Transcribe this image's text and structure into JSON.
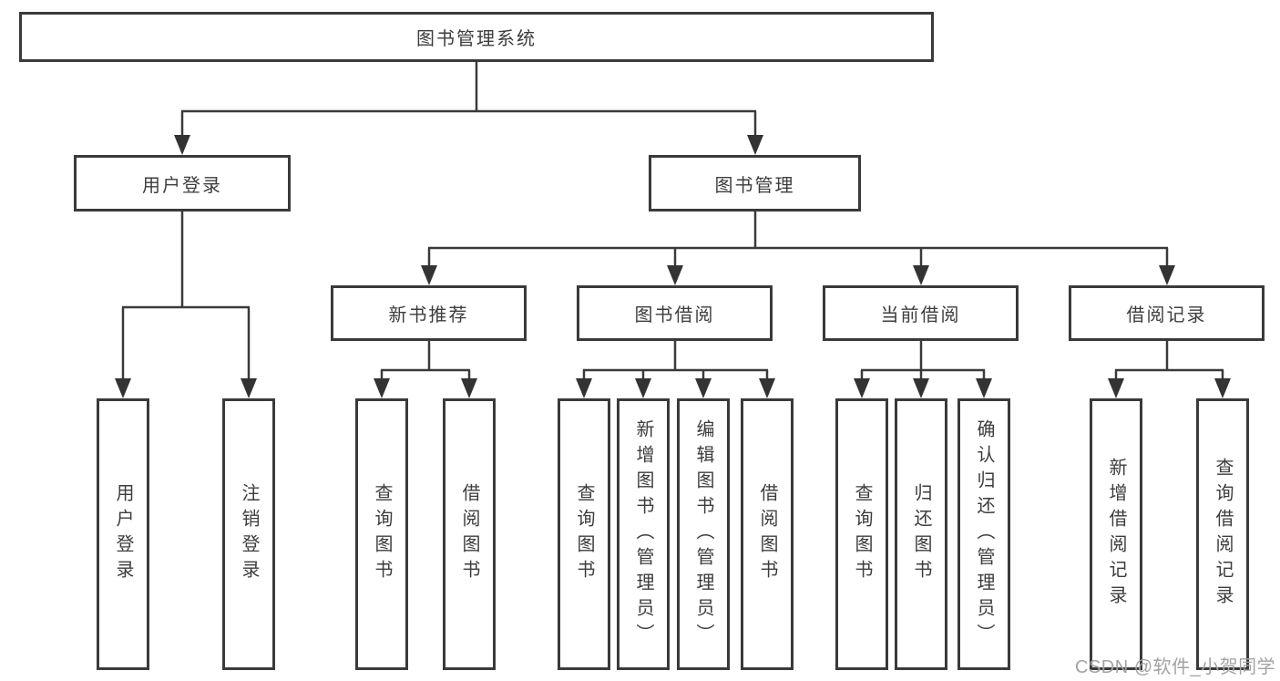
{
  "nodes": {
    "root": "图书管理系统",
    "level2": [
      "用户登录",
      "图书管理"
    ],
    "level3": [
      "新书推荐",
      "图书借阅",
      "当前借阅",
      "借阅记录"
    ],
    "leaves_login": [
      "用户登录",
      "注销登录"
    ],
    "leaves_recommend": [
      "查询图书",
      "借阅图书"
    ],
    "leaves_borrow": [
      "查询图书",
      "新增图书（管理员）",
      "编辑图书（管理员）",
      "借阅图书"
    ],
    "leaves_current": [
      "查询图书",
      "归还图书",
      "确认归还（管理员）"
    ],
    "leaves_records": [
      "新增借阅记录",
      "查询借阅记录"
    ]
  },
  "watermark": "CSDN @软件_小贺同学",
  "colors": {
    "line": "#3a3a3a",
    "text": "#3d3d3d",
    "watermark": "#a3a3a3",
    "background": "#ffffff"
  }
}
